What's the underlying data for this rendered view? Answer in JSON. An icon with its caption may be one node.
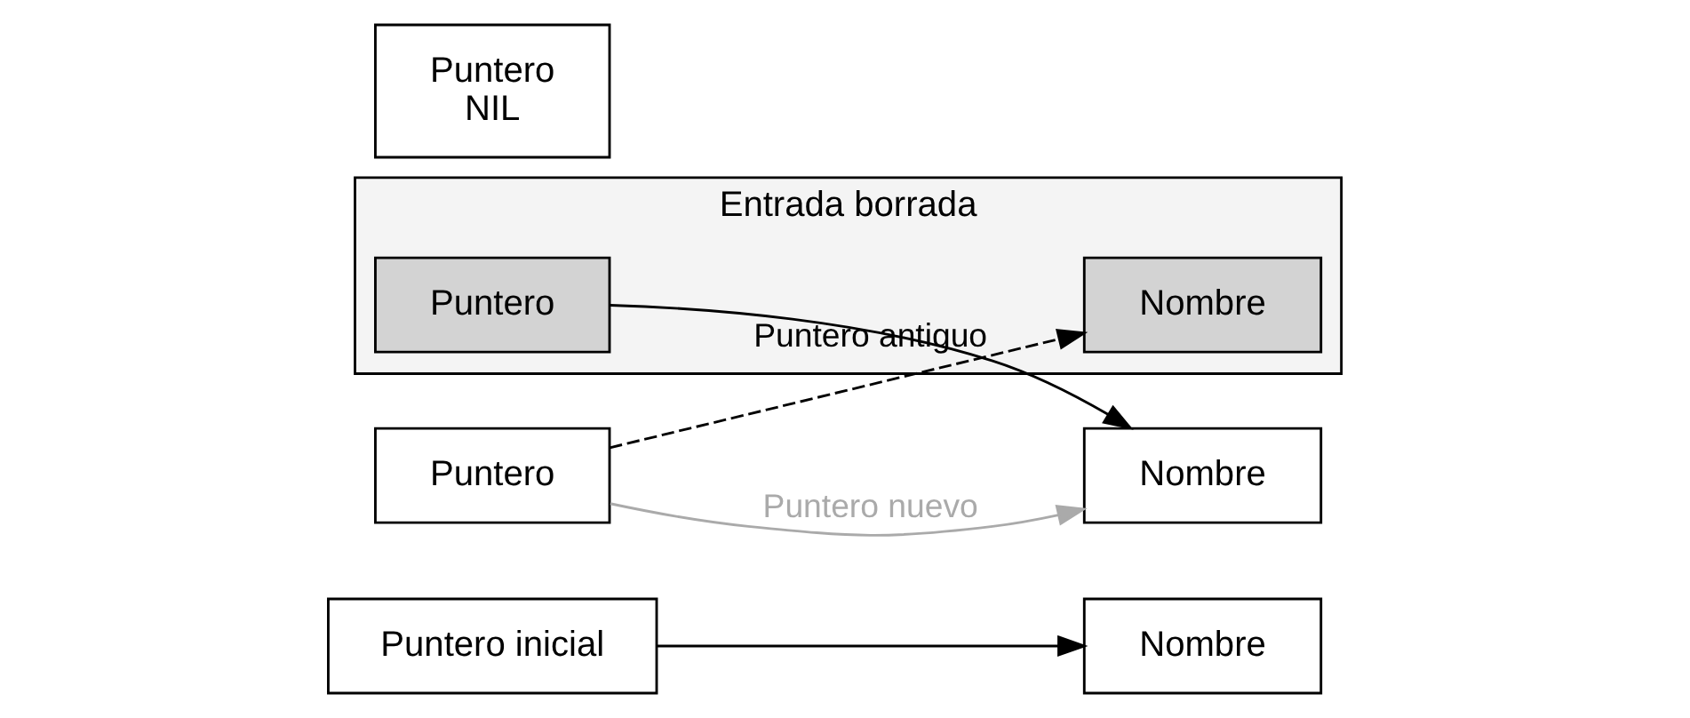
{
  "diagram": {
    "nodes": [
      {
        "text": [
          "Puntero inicial"
        ]
      },
      {
        "text": [
          "Nombre"
        ]
      },
      {
        "text": [
          "Puntero"
        ]
      },
      {
        "text": [
          "Entrada borrada"
        ]
      },
      {
        "text": [
          "Nombre"
        ],
        "in": 3
      },
      {
        "text": [
          "Puntero"
        ],
        "in": 3
      },
      {
        "text": [
          "Nombre"
        ]
      },
      {
        "text": [
          "Puntero",
          "NIL"
        ]
      }
    ],
    "edges": [
      {
        "from": 0,
        "to": 1,
        "arrow": "to"
      },
      {
        "from": 2,
        "to": 4,
        "arrow": "to",
        "label": "Puntero antiguo",
        "style": "dashed"
      },
      {
        "from": 5,
        "to": 6,
        "arrow": "to"
      },
      {
        "from": 2,
        "to": 6,
        "arrow": "to",
        "label": "Puntero nuevo",
        "color": "#aaaaaa"
      }
    ]
  }
}
